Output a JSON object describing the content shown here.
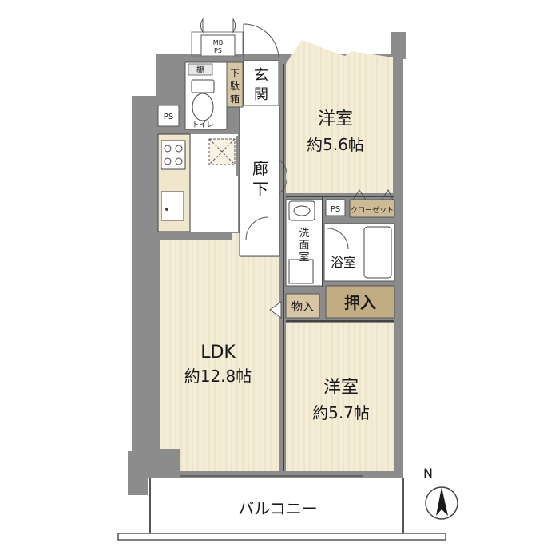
{
  "rooms": {
    "ldk": {
      "name": "LDK",
      "size": "約12.8帖"
    },
    "western_room_1": {
      "name": "洋室",
      "size": "約5.6帖"
    },
    "western_room_2": {
      "name": "洋室",
      "size": "約5.7帖"
    }
  },
  "labels": {
    "entrance": [
      "玄",
      "関"
    ],
    "corridor": [
      "廊",
      "下"
    ],
    "shoe_box": [
      "下",
      "駄",
      "箱"
    ],
    "washroom": [
      "洗",
      "面",
      "室"
    ],
    "bathroom": "浴室",
    "storage": "物入",
    "closet_large": "押入",
    "closet": "クローゼット",
    "toilet": "トイレ",
    "shelf": "棚",
    "pipe_space_1": "PS",
    "pipe_space_2": "PS",
    "meter_box": [
      "MB",
      "PS"
    ],
    "balcony": "バルコニー",
    "north": "N"
  },
  "colors": {
    "wall": "#8c8c8c",
    "floor_wood": "#f3ecd6",
    "floor_wet": "#ffffff",
    "storage_tan": "#d6c6a6",
    "closet_tan": "#cdbb98"
  }
}
